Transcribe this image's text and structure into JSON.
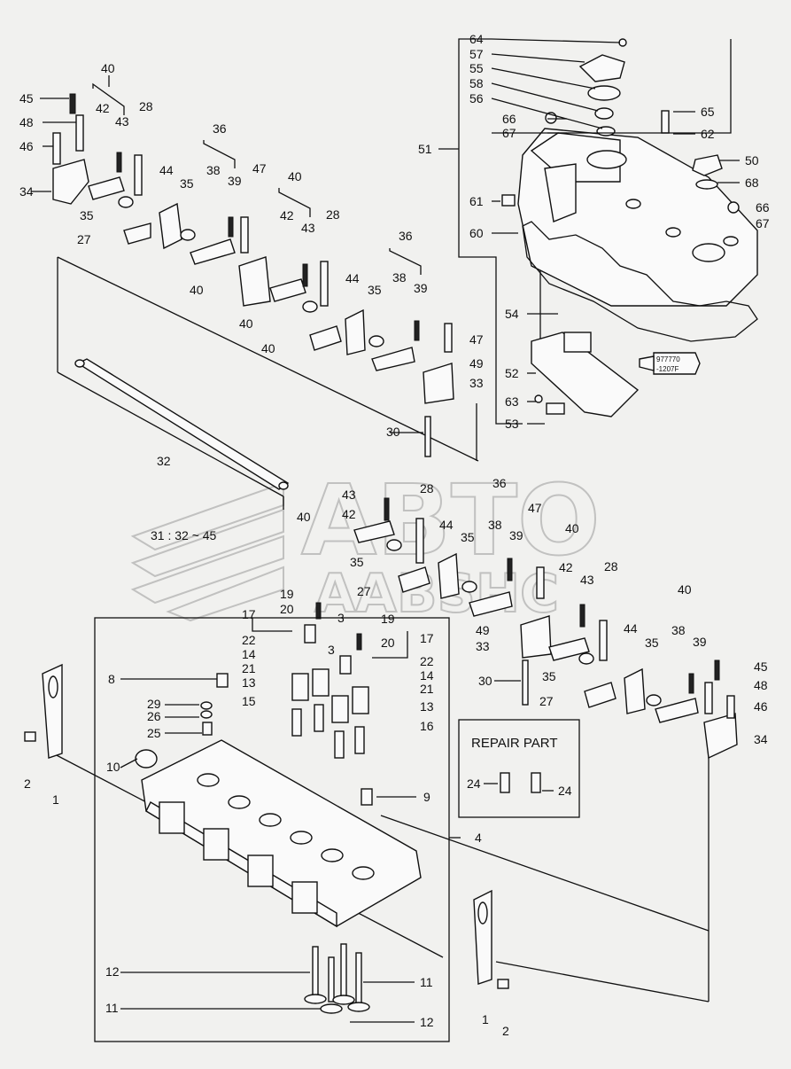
{
  "diagram": {
    "range_label": "31 : 32 ~ 45",
    "repair_part": {
      "title": "REPAIR PART",
      "items": [
        "24",
        "24"
      ]
    },
    "sealant_tube": {
      "line1": "977770",
      "line2": "-1207F"
    },
    "watermark": {
      "line1": "ABTO",
      "line2": "AABSHC"
    },
    "callouts": {
      "c64": "64",
      "c57": "57",
      "c55": "55",
      "c58": "58",
      "c56": "56",
      "c66a": "66",
      "c67a": "67",
      "c51": "51",
      "c65": "65",
      "c62": "62",
      "c50": "50",
      "c68": "68",
      "c61": "61",
      "c66b": "66",
      "c67b": "67",
      "c60": "60",
      "c54": "54",
      "c52": "52",
      "c63": "63",
      "c53": "53",
      "tl40": "40",
      "tl45": "45",
      "tl48": "48",
      "tl46": "46",
      "tl34": "34",
      "tl42": "42",
      "tl43": "43",
      "tl28": "28",
      "tl35": "35",
      "tl27": "27",
      "tl44": "44",
      "tl36": "36",
      "tl38": "38",
      "tl39": "39",
      "tl47": "47",
      "tm40": "40",
      "tm42": "42",
      "tm43": "43",
      "tm28": "28",
      "tm40b": "40",
      "tm40c": "40",
      "tm40d": "40",
      "tm44": "44",
      "tm35": "35",
      "tm36": "36",
      "tm38": "38",
      "tm39": "39",
      "tm47": "47",
      "tm49": "49",
      "tm33": "33",
      "tm30": "30",
      "tm32": "32",
      "cm43": "43",
      "cm42": "42",
      "cm40": "40",
      "cm28": "28",
      "cm35": "35",
      "cm44": "44",
      "cm27": "27",
      "cm36": "36",
      "cm38": "38",
      "cm39": "39",
      "cm35b": "35",
      "cm47": "47",
      "rm40": "40",
      "rm42": "42",
      "rm43": "43",
      "rm49": "49",
      "rm33": "33",
      "rm28": "28",
      "rm35": "35",
      "rm30": "30",
      "rm44": "44",
      "rm27": "27",
      "rr40": "40",
      "rr38": "38",
      "rr39": "39",
      "rr35": "35",
      "rr45": "45",
      "rr48": "48",
      "rr46": "46",
      "rr34": "34",
      "v19a": "19",
      "v20a": "20",
      "v17a": "17",
      "v3a": "3",
      "v22a": "22",
      "v14a": "14",
      "v21a": "21",
      "v13a": "13",
      "v15": "15",
      "v19b": "19",
      "v3b": "3",
      "v20b": "20",
      "v17b": "17",
      "v22b": "22",
      "v14b": "14",
      "v21b": "21",
      "v13b": "13",
      "v16": "16",
      "b8": "8",
      "b29": "29",
      "b26": "26",
      "b25": "25",
      "b10": "10",
      "b2a": "2",
      "b1a": "1",
      "b9": "9",
      "b4": "4",
      "b12a": "12",
      "b11a": "11",
      "b11b": "11",
      "b12b": "12",
      "b1b": "1",
      "b2b": "2"
    }
  }
}
